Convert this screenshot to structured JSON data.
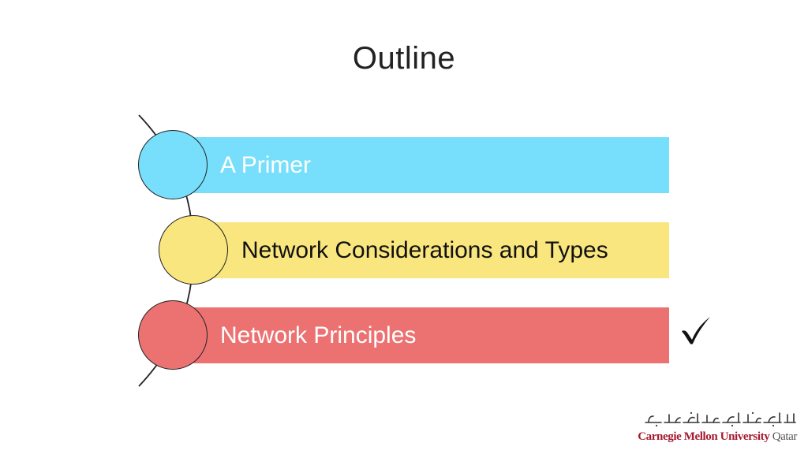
{
  "slide": {
    "title": "Outline"
  },
  "items": [
    {
      "label": "A Primer",
      "color": "#77DFFB",
      "text_color": "#FFFFFF",
      "checked": false
    },
    {
      "label": "Network Considerations and Types",
      "color": "#FAE67E",
      "text_color": "#111111",
      "checked": false
    },
    {
      "label": "Network Principles",
      "color": "#EC7272",
      "text_color": "#FFFFFF",
      "checked": true
    }
  ],
  "check_icon": "checkmark-icon",
  "logo": {
    "name_main": "Carnegie Mellon University",
    "name_suffix": "Qatar",
    "arabic_name": "جامعة كارنيجي ميلون في قطر",
    "brand_color": "#A6192E"
  }
}
